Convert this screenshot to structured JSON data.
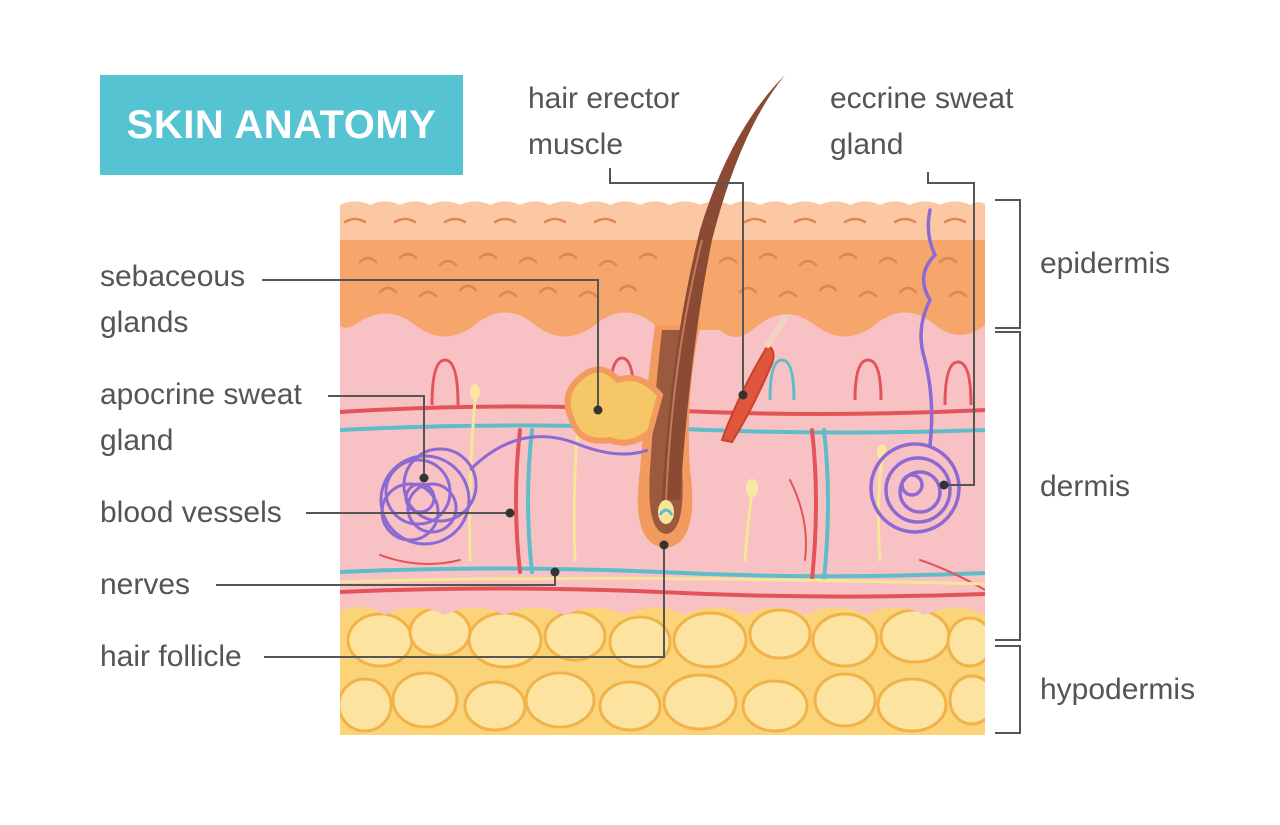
{
  "title": "SKIN ANATOMY",
  "labels": {
    "hair_erector_muscle": [
      "hair erector",
      "muscle"
    ],
    "eccrine_sweat_gland": [
      "eccrine sweat",
      "gland"
    ],
    "sebaceous_glands": [
      "sebaceous",
      "glands"
    ],
    "apocrine_sweat_gland": [
      "apocrine sweat",
      "gland"
    ],
    "blood_vessels": "blood vessels",
    "nerves": "nerves",
    "hair_follicle": "hair follicle"
  },
  "layers": {
    "epidermis": "epidermis",
    "dermis": "dermis",
    "hypodermis": "hypodermis"
  },
  "colors": {
    "title_bg": "#55c3d1",
    "title_text": "#ffffff",
    "label_text": "#555555",
    "leader_line": "#555555",
    "epidermis": "#f7a66b",
    "epidermis_top": "#fcc8a3",
    "dermis": "#f8c2c4",
    "hypodermis": "#fbd47a",
    "fat_cell": "#fde3a0",
    "blood_vessel": "#e3545a",
    "lymph_vessel": "#5fbdc9",
    "sweat_gland": "#8d6ad3",
    "hair": "#8b4a33",
    "muscle": "#e0563c",
    "sebaceous": "#f5c766"
  }
}
